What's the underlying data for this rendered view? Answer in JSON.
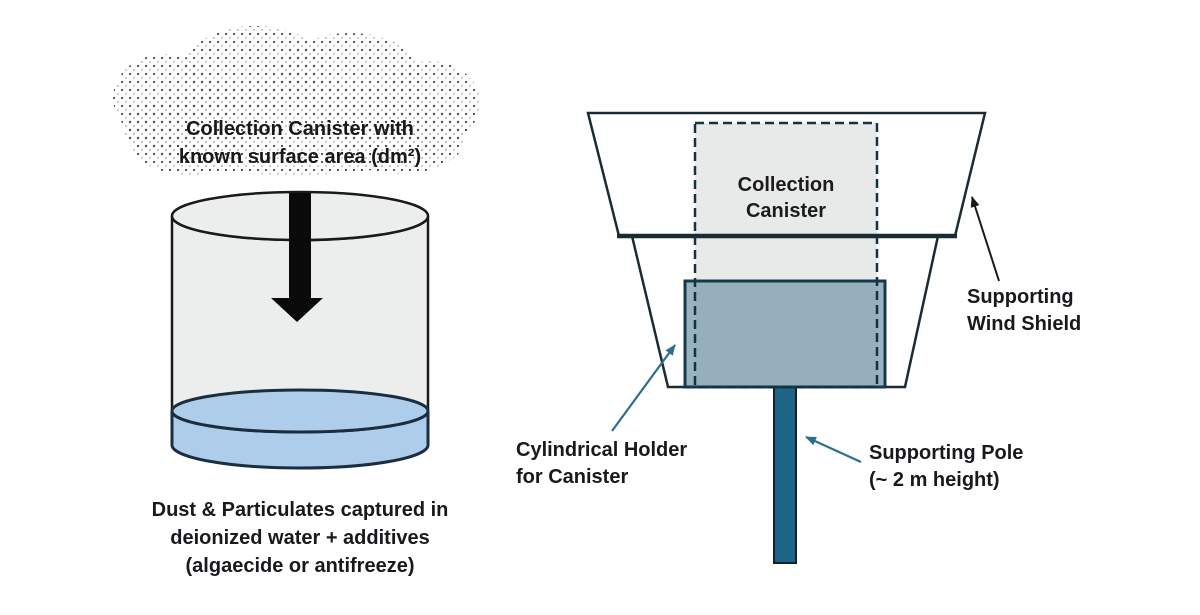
{
  "colors": {
    "liquid_blue": "#aecdea",
    "cylinder_gray": "#eceeee",
    "canister_gray": "#e8eaea",
    "holder_blue": "#7fa0b1",
    "pole_teal": "#1d6486",
    "arrow_teal": "#2e6f8e",
    "outline_dark": "#1a2b33",
    "ink": "#161616"
  },
  "left_diagram": {
    "cloud_label": [
      "Collection Canister with",
      "known surface area (dm²)"
    ],
    "caption": [
      "Dust & Particulates captured in",
      "deionized water + additives",
      "(algaecide or antifreeze)"
    ]
  },
  "right_diagram": {
    "canister_label": [
      "Collection",
      "Canister"
    ],
    "wind_shield_label": [
      "Supporting",
      "Wind Shield"
    ],
    "holder_label": [
      "Cylindrical Holder",
      "for Canister"
    ],
    "pole_label": [
      "Supporting Pole",
      "(~ 2 m height)"
    ]
  }
}
